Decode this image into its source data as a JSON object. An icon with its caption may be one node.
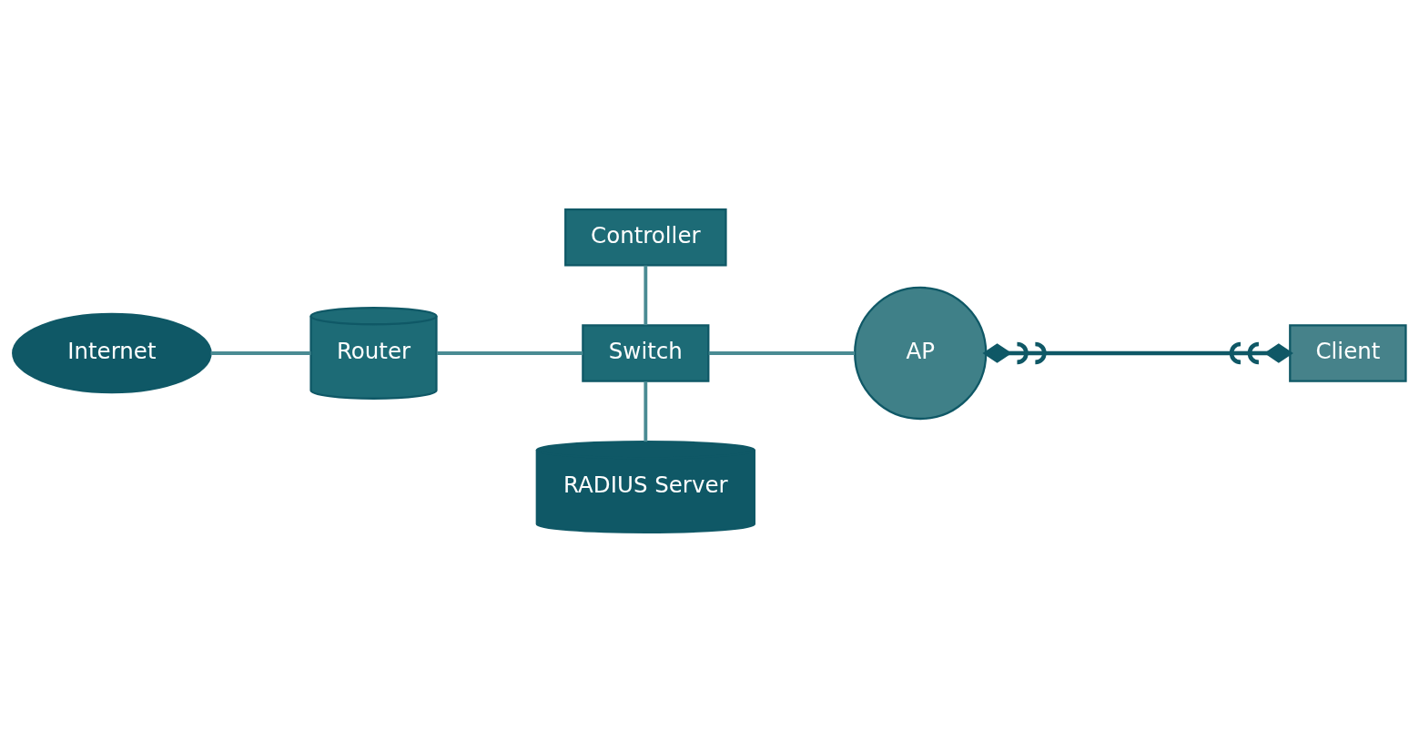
{
  "diagram": {
    "nodes": [
      {
        "text": [
          "Controller"
        ]
      },
      {
        "text": [
          "Internet"
        ]
      },
      {
        "text": [
          "Router"
        ]
      },
      {
        "text": [
          "Switch"
        ]
      },
      {
        "text": [
          "AP"
        ]
      },
      {
        "text": [
          "Client"
        ]
      },
      {
        "text": [
          "RADIUS Server"
        ]
      }
    ],
    "edges": [
      {
        "from": 1,
        "to": 2,
        "arrow": "none"
      },
      {
        "from": 2,
        "to": 3,
        "arrow": "none"
      },
      {
        "from": 0,
        "to": 3,
        "arrow": "none"
      },
      {
        "from": 3,
        "to": 4,
        "arrow": "none"
      },
      {
        "from": 3,
        "to": 6,
        "arrow": "none"
      },
      {
        "from": 4,
        "to": 5,
        "arrow": "other"
      }
    ]
  }
}
